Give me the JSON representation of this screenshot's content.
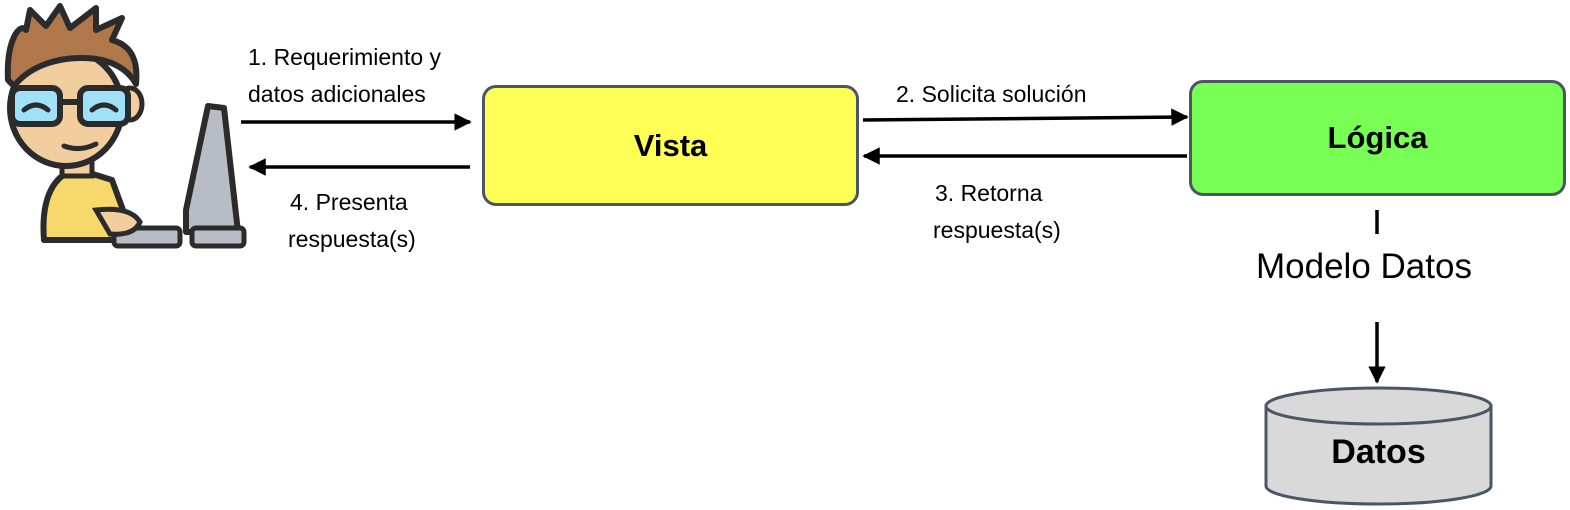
{
  "nodes": {
    "vista": {
      "label": "Vista",
      "color": "#ffff55"
    },
    "logica": {
      "label": "Lógica",
      "color": "#77ff55"
    },
    "datos": {
      "label": "Datos",
      "color": "#d9d9d9"
    }
  },
  "edges": {
    "user_to_vista": {
      "line1": "1. Requerimiento y",
      "line2": "datos adicionales"
    },
    "vista_to_user": {
      "line1": "4. Presenta",
      "line2": "respuesta(s)"
    },
    "vista_to_logica": {
      "label": "2. Solicita solución"
    },
    "logica_to_vista": {
      "line1": "3. Retorna",
      "line2": "respuesta(s)"
    },
    "logica_to_datos": {
      "label": "Modelo Datos"
    }
  },
  "icons": {
    "user": "user-at-computer-icon"
  }
}
